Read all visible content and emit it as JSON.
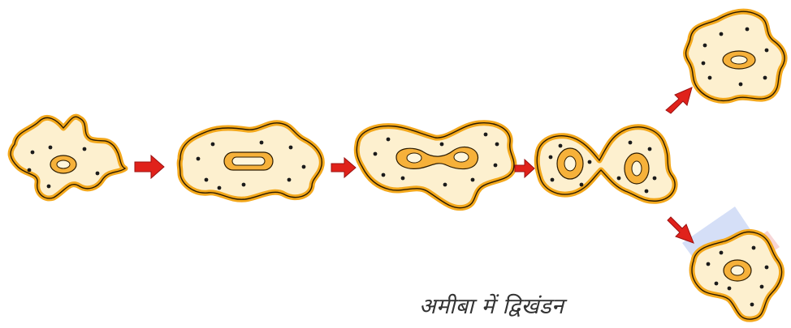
{
  "caption": "अमीबा में द्विखंडन",
  "colors": {
    "cell_fill": "#fdf0cf",
    "cell_outline": "#f3a81c",
    "cell_edge": "#2a1a00",
    "nucleus_fill": "#f6b13a",
    "nucleus_core": "#fff6dc",
    "granule": "#1b1b1b",
    "arrow": "#e0221b",
    "watermark": "#1f56d8"
  },
  "stages": [
    "amoeba-stage-1",
    "amoeba-stage-2",
    "amoeba-stage-3",
    "amoeba-stage-4-dividing",
    "daughter-amoeba-top",
    "daughter-amoeba-bottom"
  ]
}
